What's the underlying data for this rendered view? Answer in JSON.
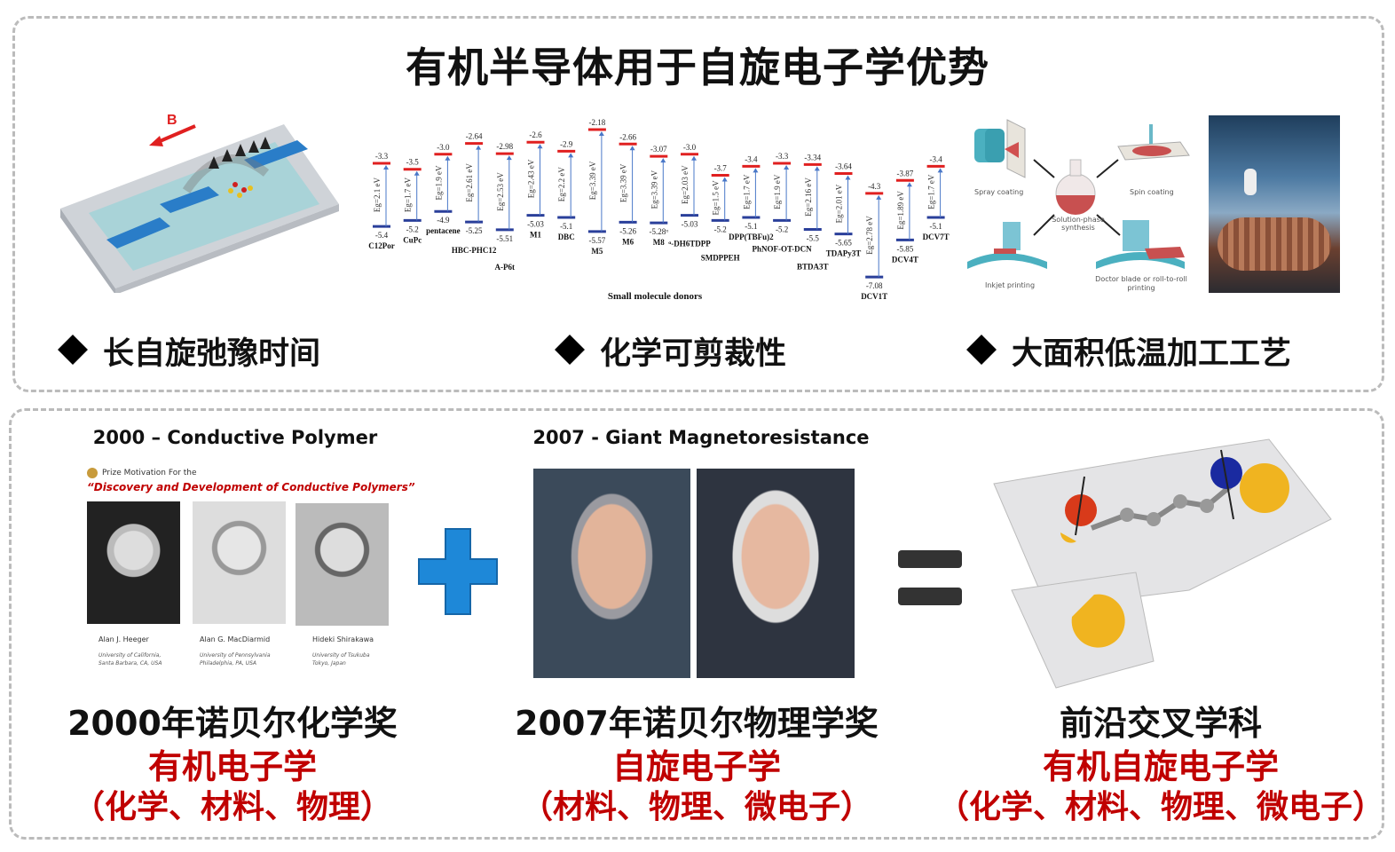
{
  "title": "有机半导体用于自旋电子学优势",
  "bullets": [
    "长自旋弛豫时间",
    "化学可剪裁性",
    "大面积低温加工工艺"
  ],
  "device_image": {
    "field_label": "B"
  },
  "chart_data": {
    "type": "energy-level-diagram",
    "xlabel": "Small molecule donors",
    "unit": "eV",
    "molecules": [
      {
        "name": "C12Por",
        "lumo": "-3.3",
        "homo": "-5.4",
        "eg": "Eg=2.1 eV"
      },
      {
        "name": "CuPc",
        "lumo": "-3.5",
        "homo": "-5.2",
        "eg": "Eg=1.7 eV"
      },
      {
        "name": "pentacene",
        "lumo": "-3.0",
        "homo": "-4.9",
        "eg": "Eg=1.9 eV"
      },
      {
        "name": "HBC-PHC12",
        "lumo": "-2.64",
        "homo": "-5.25",
        "eg": "Eg=2.61 eV"
      },
      {
        "name": "A-P6t",
        "lumo": "-2.98",
        "homo": "-5.51",
        "eg": "Eg=2.53 eV"
      },
      {
        "name": "M1",
        "lumo": "-2.6",
        "homo": "-5.03",
        "eg": "Eg=2.43 eV"
      },
      {
        "name": "DBC",
        "lumo": "-2.9",
        "homo": "-5.1",
        "eg": "Eg=2.2 eV"
      },
      {
        "name": "M5",
        "lumo": "-2.18",
        "homo": "-5.57",
        "eg": "Eg=3.39 eV"
      },
      {
        "name": "M6",
        "lumo": "-2.66",
        "homo": "-5.26",
        "eg": "Eg=3.39 eV"
      },
      {
        "name": "M8",
        "lumo": "-3.07",
        "homo": "-5.28ᵅ",
        "eg": "Eg=3.39 eV"
      },
      {
        "name": "ᵅ-DH6TDPP",
        "lumo": "-3.0",
        "homo": "-5.03",
        "eg": "Eg=2.03 eV"
      },
      {
        "name": "SMDPPEH",
        "lumo": "-3.7",
        "homo": "-5.2",
        "eg": "Eg=1.5 eV"
      },
      {
        "name": "DPP(TBFu)2",
        "lumo": "-3.4",
        "homo": "-5.1",
        "eg": "Eg=1.7 eV"
      },
      {
        "name": "PhNOF-OT-DCN",
        "lumo": "-3.3",
        "homo": "-5.2",
        "eg": "Eg=1.9 eV"
      },
      {
        "name": "BTDA3T",
        "lumo": "-3.34",
        "homo": "-5.5",
        "eg": "Eg=2.16 eV"
      },
      {
        "name": "TDAPy3T",
        "lumo": "-3.64",
        "homo": "-5.65",
        "eg": "Eg=2.01 eV"
      },
      {
        "name": "DCV1T",
        "lumo": "-4.3",
        "homo": "-7.08",
        "eg": "Eg=2.78 eV"
      },
      {
        "name": "DCV4T",
        "lumo": "-3.87",
        "homo": "-5.85",
        "eg": "Eg=1.89 eV"
      },
      {
        "name": "DCV7T",
        "lumo": "-3.4",
        "homo": "-5.1",
        "eg": "Eg=1.7 eV"
      }
    ],
    "colors": {
      "lumo": "#e02020",
      "homo": "#2a3f9a",
      "arrow": "#4a78c8"
    }
  },
  "processing": {
    "center": "Solution-phase synthesis",
    "methods": [
      "Spray coating",
      "Spin coating",
      "Inkjet printing",
      "Doctor blade or roll-to-roll printing"
    ]
  },
  "col1": {
    "heading": "2000 – Conductive Polymer",
    "prize_label": "Prize Motivation For the",
    "prize_title": "“Discovery and Development of Conductive Polymers”",
    "laureates": [
      {
        "name": "Alan J. Heeger",
        "aff1": "University of California,",
        "aff2": "Santa Barbara, CA, USA"
      },
      {
        "name": "Alan G. MacDiarmid",
        "aff1": "University of Pennsylvania",
        "aff2": "Philadelphia, PA, USA"
      },
      {
        "name": "Hideki Shirakawa",
        "aff1": "University of Tsukuba",
        "aff2": "Tokyo, Japan"
      }
    ],
    "line1": "2000年诺贝尔化学奖",
    "line2": "有机电子学",
    "line3": "（化学、材料、物理）"
  },
  "col2": {
    "heading": "2007 - Giant Magnetoresistance",
    "line1": "2007年诺贝尔物理学奖",
    "line2": "自旋电子学",
    "line3": "（材料、物理、微电子）"
  },
  "col3": {
    "line1": "前沿交叉学科",
    "line2": "有机自旋电子学",
    "line3": "（化学、材料、物理、微电子）"
  },
  "colors": {
    "accent_red": "#c00000",
    "plus_blue": "#1e88d8"
  }
}
